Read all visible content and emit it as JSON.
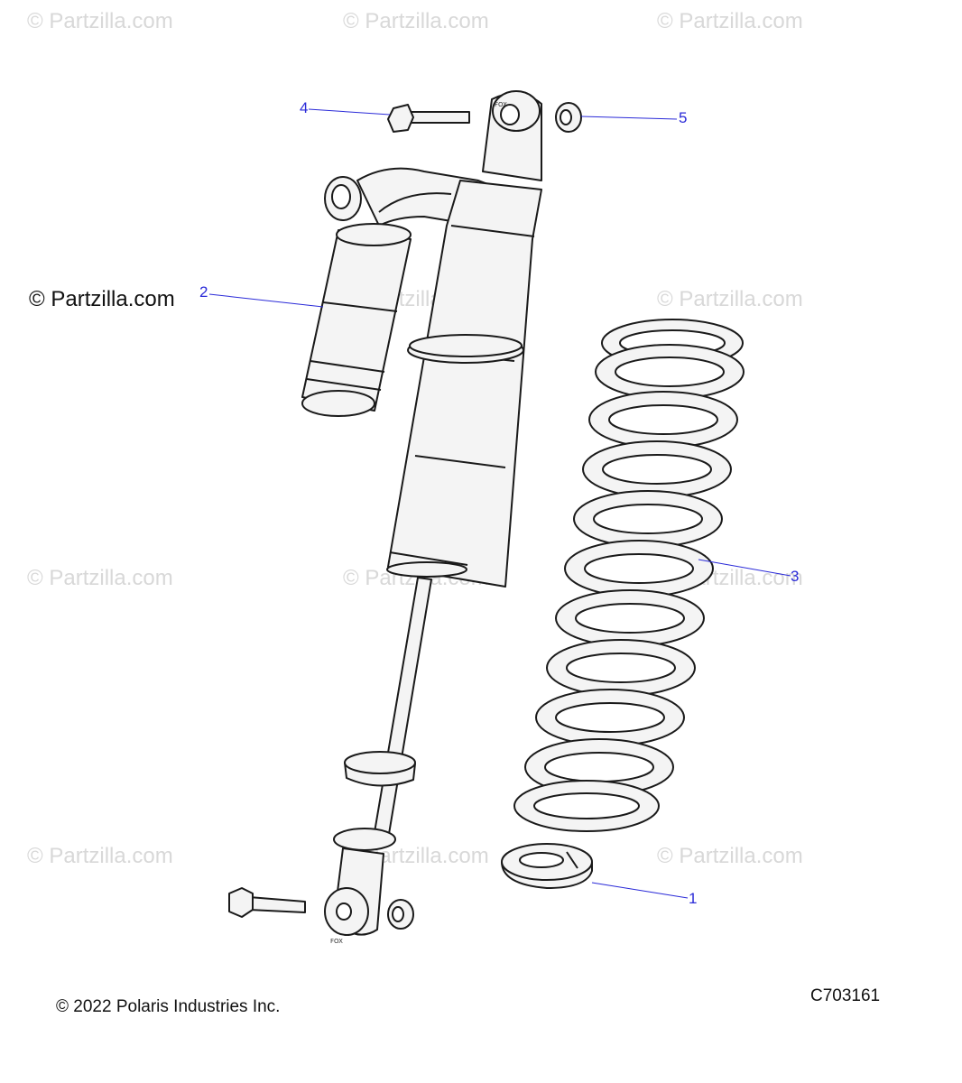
{
  "watermark": {
    "text": "© Partzilla.com"
  },
  "brand_watermark": {
    "text": "© Partzilla.com"
  },
  "copyright": "© 2022 Polaris Industries Inc.",
  "diagram_code": "C703161",
  "callouts": {
    "c1": "1",
    "c2": "2",
    "c3": "3",
    "c4": "4",
    "c5": "5"
  },
  "shock_markings": {
    "top": "FOX",
    "bottom": "FOX"
  },
  "colors": {
    "callout": "#2a2ad8",
    "line": "#1a1a1a",
    "part_fill": "#f4f4f4",
    "watermark": "#d8d8d8"
  }
}
